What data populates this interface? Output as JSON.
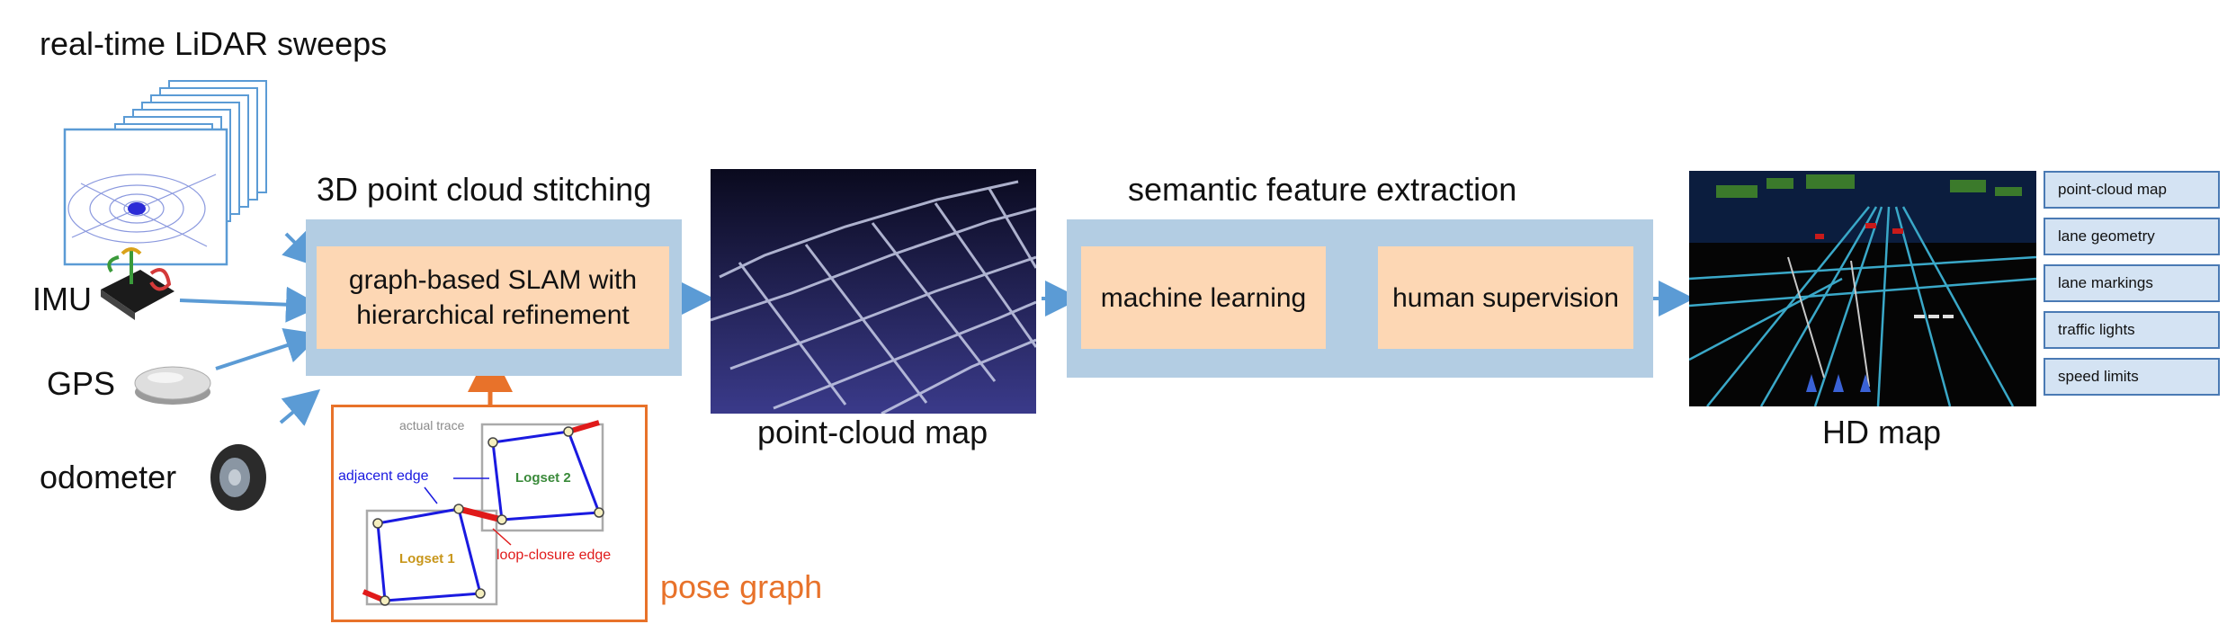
{
  "inputs": {
    "lidar": "real-time LiDAR sweeps",
    "imu": "IMU",
    "gps": "GPS",
    "odometer": "odometer"
  },
  "stitching": {
    "title": "3D point cloud stitching",
    "box": [
      "graph-based SLAM with",
      "hierarchical refinement"
    ]
  },
  "pose_graph": {
    "label": "pose graph",
    "actual_trace": "actual trace",
    "adjacent_edge": "adjacent edge",
    "loop_closure_edge": "loop-closure edge",
    "logset1": "Logset 1",
    "logset2": "Logset 2"
  },
  "point_cloud_map": {
    "label": "point-cloud map"
  },
  "semantic": {
    "title": "semantic feature extraction",
    "machine_learning": "machine learning",
    "human_supervision": "human supervision"
  },
  "hd_map": {
    "label": "HD map",
    "layers": [
      "point-cloud map",
      "lane geometry",
      "lane markings",
      "traffic lights",
      "speed limits"
    ]
  },
  "colors": {
    "panel": "#b3cde3",
    "box": "#fdd7b4",
    "arrow": "#5b9bd5",
    "orange": "#e8722a",
    "pose_blue": "#1a1ae0",
    "loop_red": "#e01a1a"
  }
}
